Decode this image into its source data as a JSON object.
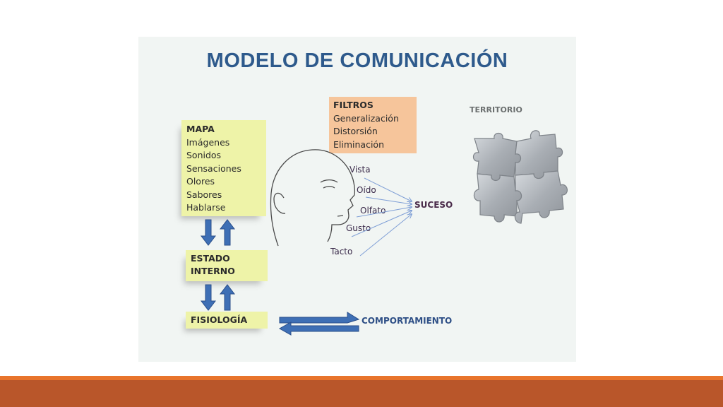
{
  "title": "MODELO DE COMUNICACIÓN",
  "mapa": {
    "heading": "MAPA",
    "items": [
      "Imágenes",
      "Sonidos",
      "Sensaciones",
      "Olores",
      "Sabores",
      "Hablarse"
    ]
  },
  "filtros": {
    "heading": "FILTROS",
    "items": [
      "Generalización",
      "Distorsión",
      "Eliminación"
    ]
  },
  "estado": {
    "line1": "ESTADO",
    "line2": "INTERNO"
  },
  "fisiologia": "FISIOLOGÍA",
  "comportamiento": "COMPORTAMIENTO",
  "suceso": "SUCESO",
  "territorio": "TERRITORIO",
  "senses": [
    "Vista",
    "Oído",
    "Olfato",
    "Gusto",
    "Tacto"
  ],
  "colors": {
    "title": "#2e5a8c",
    "box_yellow": "#eef3a8",
    "box_orange": "#f6c59b",
    "arrow_blue": "#3e6fb5",
    "bar_orange": "#e8742c",
    "bar_rust": "#b9562a",
    "puzzle_gray": "#a9aeb4"
  },
  "icons": [
    "head-profile-icon",
    "puzzle-icon",
    "down-arrow-icon",
    "up-arrow-icon",
    "exchange-arrows-icon"
  ]
}
